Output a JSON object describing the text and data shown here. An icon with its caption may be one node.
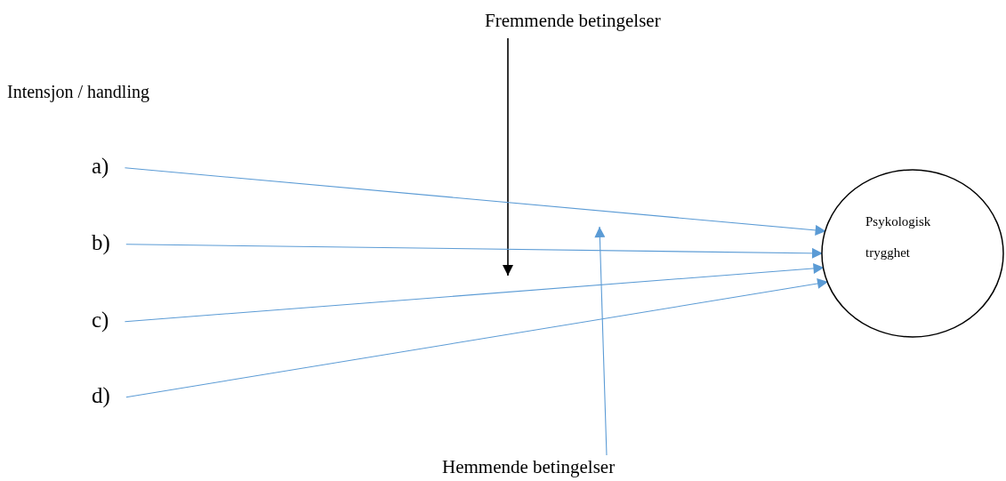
{
  "diagram": {
    "nodes": [
      {
        "text": [
          "Fremmende betingelser"
        ]
      },
      {
        "text": [
          "a)"
        ]
      },
      {
        "text": [
          "b)"
        ]
      },
      {
        "text": [
          "c)"
        ]
      },
      {
        "text": [
          "d)"
        ]
      },
      {
        "text": [
          "Psykologisk trygghet"
        ]
      },
      {
        "text": [
          "Hemmende betingelser"
        ]
      }
    ],
    "edges": [
      {
        "from": 0,
        "to": null,
        "arrow": "to",
        "color": "#000000"
      },
      {
        "from": 1,
        "to": 5,
        "arrow": "to"
      },
      {
        "from": 2,
        "to": 5,
        "arrow": "to"
      },
      {
        "from": 3,
        "to": 5,
        "arrow": "to"
      },
      {
        "from": 4,
        "to": 5,
        "arrow": "to"
      },
      {
        "from": 6,
        "to": null,
        "arrow": "to"
      }
    ],
    "labels": [
      "Intensjon / handling"
    ]
  }
}
